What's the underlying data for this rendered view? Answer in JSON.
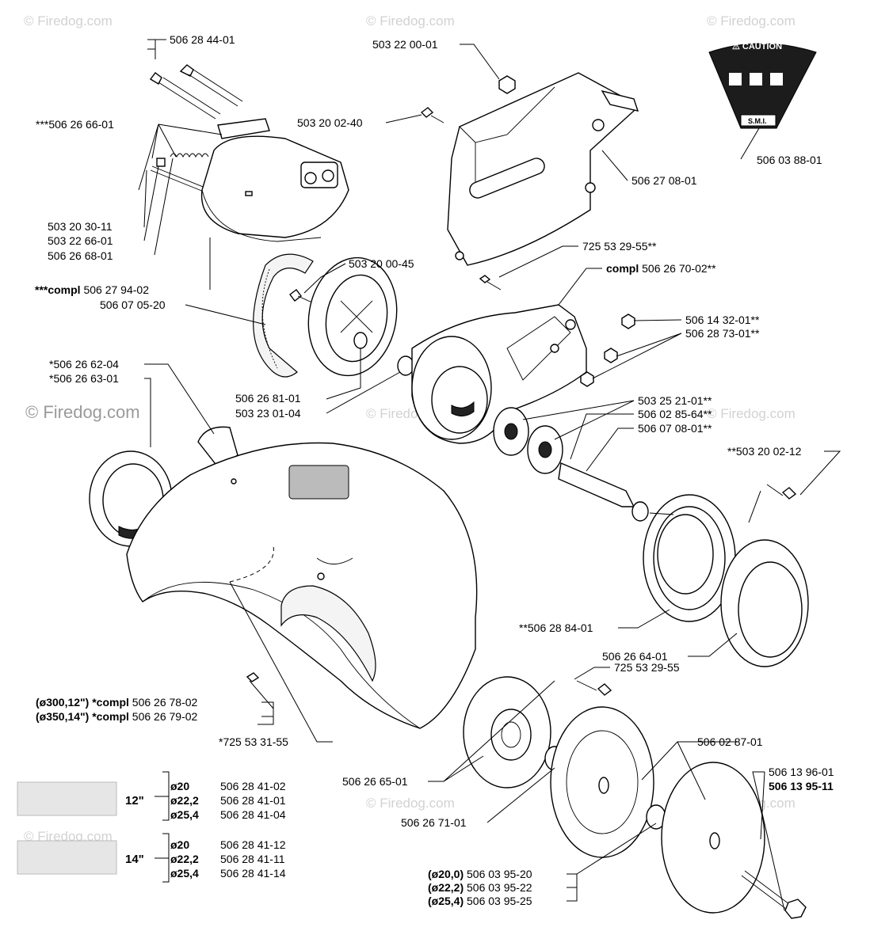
{
  "watermark": {
    "text": "© Firedog.com"
  },
  "caution_decal": {
    "title": "⚠ CAUTION",
    "maker": "S.M.I."
  },
  "part_labels": [
    {
      "id": "506-28-44-01",
      "text": "506 28 44-01"
    },
    {
      "id": "506-26-66-01",
      "text": "***506 26 66-01"
    },
    {
      "id": "503-20-30-11",
      "text": "503 20 30-11"
    },
    {
      "id": "503-22-66-01",
      "text": "503 22 66-01"
    },
    {
      "id": "506-26-68-01",
      "text": "506 26 68-01"
    },
    {
      "id": "506-27-94-02",
      "bold": "***compl",
      "text": " 506 27 94-02"
    },
    {
      "id": "506-07-05-20",
      "text": "506 07 05-20"
    },
    {
      "id": "503-20-00-45",
      "text": "503 20 00-45"
    },
    {
      "id": "506-26-62-04",
      "text": "*506 26 62-04"
    },
    {
      "id": "506-26-63-01",
      "text": "*506 26 63-01"
    },
    {
      "id": "506-26-81-01",
      "text": "506 26 81-01"
    },
    {
      "id": "503-23-01-04",
      "text": "503 23 01-04"
    },
    {
      "id": "503-22-00-01",
      "text": "503 22 00-01"
    },
    {
      "id": "503-20-02-40",
      "text": "503 20 02-40"
    },
    {
      "id": "506-03-88-01",
      "text": "506 03 88-01"
    },
    {
      "id": "506-27-08-01",
      "text": "506 27 08-01"
    },
    {
      "id": "725-53-29-55-ss",
      "text": "725 53 29-55**"
    },
    {
      "id": "506-26-70-02",
      "bold": "compl",
      "text": " 506 26 70-02**"
    },
    {
      "id": "506-14-32-01",
      "text": "506 14 32-01**"
    },
    {
      "id": "506-28-73-01",
      "text": "506 28 73-01**"
    },
    {
      "id": "503-25-21-01",
      "text": "503 25 21-01**"
    },
    {
      "id": "506-02-85-64",
      "text": "506 02 85-64**"
    },
    {
      "id": "506-07-08-01",
      "text": "506 07 08-01**"
    },
    {
      "id": "503-20-02-12",
      "text": "**503 20 02-12"
    },
    {
      "id": "506-28-84-01",
      "text": "**506 28 84-01"
    },
    {
      "id": "506-26-64-01",
      "text": "506 26 64-01"
    },
    {
      "id": "725-53-29-55",
      "text": "725 53 29-55"
    },
    {
      "id": "506-26-78-02",
      "bold": "(ø300,12\") *compl",
      "text": " 506 26 78-02"
    },
    {
      "id": "506-26-79-02",
      "bold": "(ø350,14\") *compl",
      "text": " 506 26 79-02"
    },
    {
      "id": "725-53-31-55",
      "text": "*725 53 31-55"
    },
    {
      "id": "506-02-87-01",
      "text": "506 02 87-01"
    },
    {
      "id": "506-26-65-01",
      "text": "506 26 65-01"
    },
    {
      "id": "506-26-71-01",
      "text": "506 26 71-01"
    },
    {
      "id": "506-13-96-01",
      "text": "506 13 96-01"
    },
    {
      "id": "506-13-95-11",
      "text": "506 13 95-11",
      "all_bold": true
    },
    {
      "id": "506-03-95-20",
      "bold": "(ø20,0)",
      "text": " 506 03 95-20"
    },
    {
      "id": "506-03-95-22",
      "bold": "(ø22,2)",
      "text": " 506 03 95-22"
    },
    {
      "id": "506-03-95-25",
      "bold": "(ø25,4)",
      "text": " 506 03 95-25"
    }
  ],
  "blade_size_table": {
    "groups": [
      {
        "size": "12\"",
        "rows": [
          {
            "dia": "ø20",
            "part": "506 28 41-02"
          },
          {
            "dia": "ø22,2",
            "part": "506 28 41-01"
          },
          {
            "dia": "ø25,4",
            "part": "506 28 41-04"
          }
        ]
      },
      {
        "size": "14\"",
        "rows": [
          {
            "dia": "ø20",
            "part": "506 28 41-12"
          },
          {
            "dia": "ø22,2",
            "part": "506 28 41-11"
          },
          {
            "dia": "ø25,4",
            "part": "506 28 41-14"
          }
        ]
      }
    ]
  }
}
